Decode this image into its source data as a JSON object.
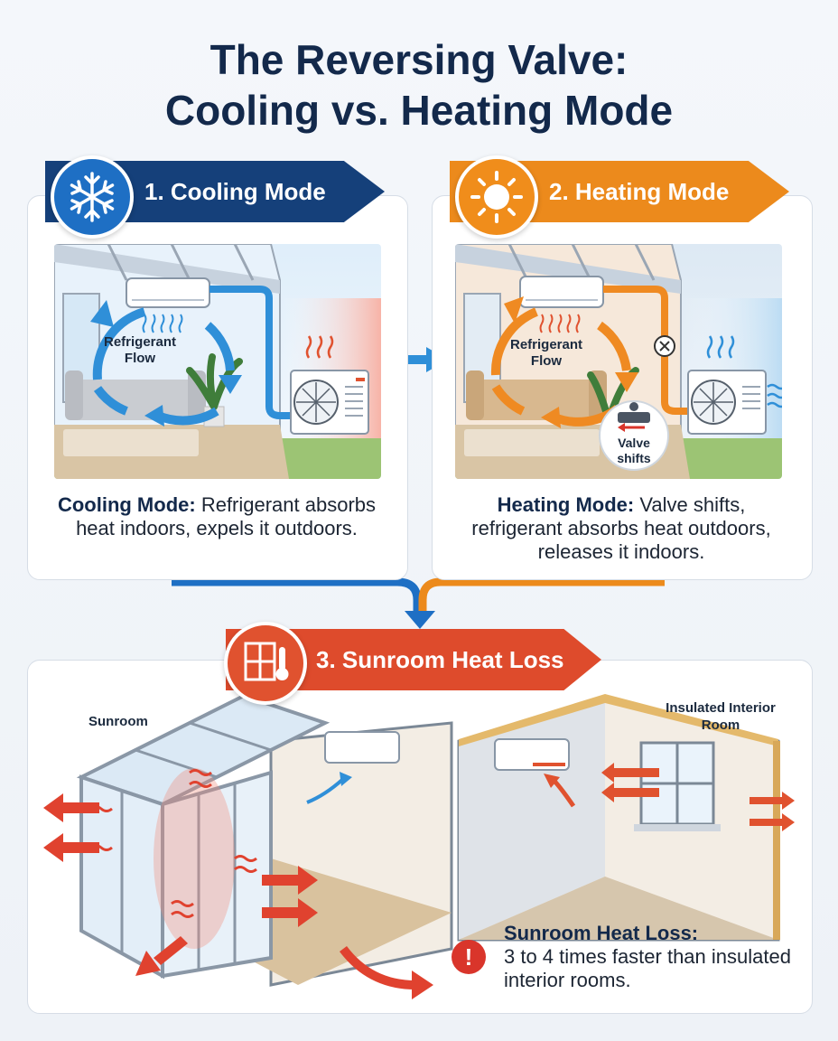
{
  "title": {
    "line1": "The Reversing Valve:",
    "line2": "Cooling vs. Heating Mode"
  },
  "cooling": {
    "banner": "1. Cooling Mode",
    "flow_label_1": "Refrigerant",
    "flow_label_2": "Flow",
    "caption_bold": "Cooling Mode:",
    "caption_text": " Refrigerant absorbs heat indoors, expels it outdoors.",
    "icon": "snowflake-icon",
    "color": "#15407a"
  },
  "heating": {
    "banner": "2. Heating Mode",
    "flow_label_1": "Refrigerant",
    "flow_label_2": "Flow",
    "valve_label_1": "Valve",
    "valve_label_2": "shifts",
    "caption_bold": "Heating Mode:",
    "caption_text": " Valve shifts, refrigerant absorbs heat outdoors, releases it indoors.",
    "icon": "sun-icon",
    "color": "#ec8a1c"
  },
  "sunroom": {
    "banner": "3. Sunroom Heat Loss",
    "label_sunroom": "Sunroom",
    "label_interior_1": "Insulated Interior",
    "label_interior_2": "Room",
    "note_bold": "Sunroom Heat Loss:",
    "note_text": "3 to 4 times faster than insulated interior rooms.",
    "alert": "!",
    "icon": "window-thermometer-icon",
    "color": "#de4b2c"
  }
}
